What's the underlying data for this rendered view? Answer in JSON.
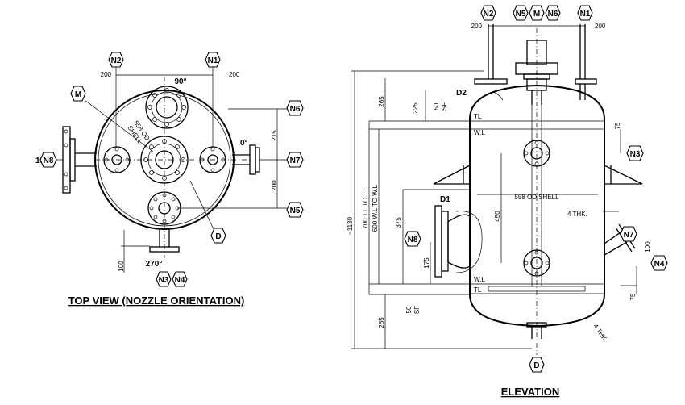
{
  "top_view": {
    "title": "TOP VIEW (NOZZLE ORIENTATION)",
    "angle_90": "90°",
    "angle_0": "0°",
    "angle_180": "180°",
    "angle_270": "270°",
    "shell_label_1": "558 OD",
    "shell_label_2": "SHELL",
    "dim_200_left": "200",
    "dim_200_right": "200",
    "dim_215": "215",
    "dim_200_lower": "200",
    "dim_100": "100",
    "tags": {
      "n2": "N2",
      "n1": "N1",
      "m": "M",
      "n6": "N6",
      "n8": "N8",
      "n7": "N7",
      "n5": "N5",
      "d": "D",
      "n3": "N3",
      "n4": "N4"
    }
  },
  "elevation": {
    "title": "ELEVATION",
    "tags": {
      "n2": "N2",
      "n5": "N5",
      "m": "M",
      "n6": "N6",
      "n1": "N1",
      "d2": "D2",
      "n3": "N3",
      "d1": "D1",
      "n8": "N8",
      "n7": "N7",
      "n4": "N4",
      "d": "D"
    },
    "dim_200_left": "200",
    "dim_200_right": "200",
    "dim_265_top": "265",
    "dim_225": "225",
    "sf_top_value": "50",
    "sf_top_label": "SF",
    "tl_top": "TL",
    "wl_top": "W.L",
    "dim_75_top": "75",
    "dim_1130": "~1130",
    "dim_700": "700 T.L TO T.L",
    "dim_600": "600 W.L TO W.L",
    "dim_375": "375",
    "dim_175": "175",
    "shell_label": "558 OD SHELL",
    "dim_450": "450",
    "thk_side": "4 THK.",
    "dim_100": "100",
    "dim_75_bottom": "75",
    "wl_bottom": "W.L",
    "tl_bottom": "TL",
    "dim_265_bottom": "265",
    "sf_bottom_value": "50",
    "sf_bottom_label": "SF",
    "thk_bottom": "4 THK."
  }
}
